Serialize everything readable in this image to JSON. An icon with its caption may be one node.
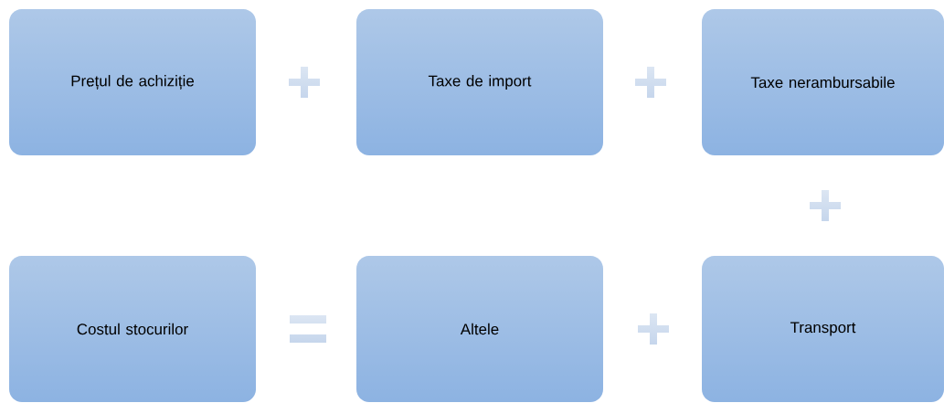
{
  "diagram": {
    "nodes": [
      {
        "text": [
          "Prețul de achiziție"
        ]
      },
      {
        "text": [
          "Taxe de import"
        ]
      },
      {
        "text": [
          "Taxe nerambursabile"
        ]
      },
      {
        "text": [
          "Costul stocurilor"
        ]
      },
      {
        "text": [
          "Altele"
        ]
      },
      {
        "text": [
          "Transport"
        ]
      }
    ]
  }
}
